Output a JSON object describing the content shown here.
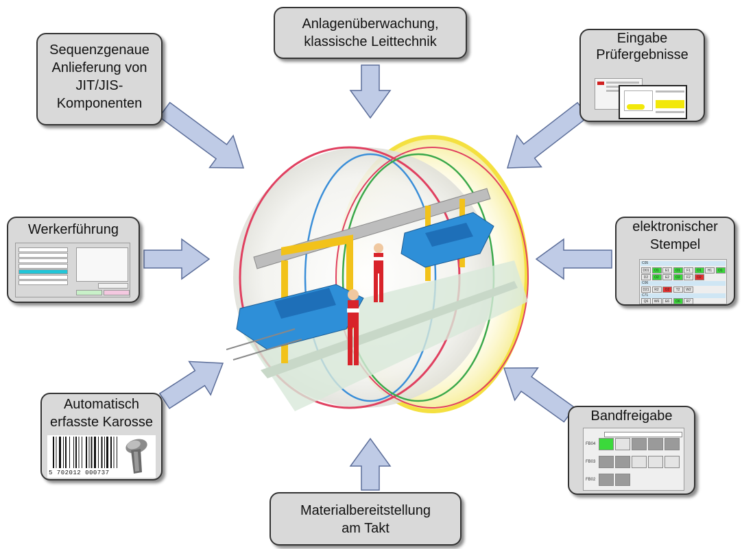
{
  "boxes": {
    "top": {
      "label": "Anlagenüberwachung,\nklassische Leittechnik"
    },
    "top_left": {
      "label": "Sequenzgenaue\nAnlieferung von\nJIT/JIS-\nKomponenten"
    },
    "top_right": {
      "label": "Eingabe\nPrüfergebnisse"
    },
    "mid_left": {
      "label": "Werkerführung"
    },
    "mid_right": {
      "label": "elektronischer\nStempel"
    },
    "bottom_left": {
      "label": "Automatisch\nerfasste Karosse",
      "barcode_number": "5 702012 000737"
    },
    "bottom_right": {
      "label": "Bandfreigabe"
    },
    "bottom": {
      "label": "Materialbereitstellung\nam Takt"
    }
  },
  "stamp_panel": {
    "groups": [
      "C05",
      "C06",
      "C71"
    ],
    "rows": [
      [
        {
          "t": "D01",
          "c": "#e8e8e8"
        },
        {
          "t": "O1",
          "c": "#3bd93b"
        },
        {
          "t": "E1",
          "c": "#e8e8e8"
        },
        {
          "t": "O1",
          "c": "#3bd93b"
        },
        {
          "t": "F1",
          "c": "#e8e8e8"
        },
        {
          "t": "O1",
          "c": "#3bd93b"
        },
        {
          "t": "H1",
          "c": "#e8e8e8"
        },
        {
          "t": "O1",
          "c": "#3bd93b"
        }
      ],
      [
        {
          "t": "D2",
          "c": "#e8e8e8"
        },
        {
          "t": "O2",
          "c": "#3bd93b"
        },
        {
          "t": "E2",
          "c": "#e8e8e8"
        },
        {
          "t": "O2",
          "c": "#3bd93b"
        },
        {
          "t": "F2",
          "c": "#e8e8e8"
        },
        {
          "t": "O2",
          "c": "#e83030"
        }
      ],
      [
        {
          "t": "D21",
          "c": "#e8e8e8"
        },
        {
          "t": "R2",
          "c": "#e8e8e8"
        },
        {
          "t": "O2",
          "c": "#e83030"
        },
        {
          "t": "T2",
          "c": "#e8e8e8"
        },
        {
          "t": "W2",
          "c": "#e8e8e8"
        }
      ],
      [
        {
          "t": "Q6",
          "c": "#e8e8e8"
        },
        {
          "t": "W6",
          "c": "#e8e8e8"
        },
        {
          "t": "E6",
          "c": "#e8e8e8"
        },
        {
          "t": "O6",
          "c": "#3bd93b"
        },
        {
          "t": "R7",
          "c": "#e8e8e8"
        }
      ]
    ]
  },
  "release_panel": {
    "rows": [
      {
        "label": "FB04",
        "cells": [
          {
            "t": "",
            "c": "#3bd93b"
          },
          {
            "t": "",
            "c": "#e4e4e4"
          },
          {
            "t": "",
            "c": "#9a9a9a"
          },
          {
            "t": "",
            "c": "#9a9a9a"
          },
          {
            "t": "",
            "c": "#9a9a9a"
          }
        ]
      },
      {
        "label": "FB03",
        "cells": [
          {
            "t": "",
            "c": "#9a9a9a"
          },
          {
            "t": "",
            "c": "#9a9a9a"
          },
          {
            "t": "",
            "c": "#e4e4e4"
          },
          {
            "t": "",
            "c": "#e4e4e4"
          },
          {
            "t": "",
            "c": "#e4e4e4"
          }
        ]
      },
      {
        "label": "FB02",
        "cells": [
          {
            "t": "",
            "c": "#9a9a9a"
          },
          {
            "t": "",
            "c": "#9a9a9a"
          }
        ]
      }
    ]
  },
  "colors": {
    "box_fill": "#d9d9d9",
    "arrow_fill": "#bfcbe6",
    "arrow_stroke": "#5a6c98",
    "ring_red": "#e04060",
    "ring_blue": "#3a8ed8",
    "ring_green": "#3aa84a",
    "ring_yellow": "#f4e040",
    "conveyor_blue": "#2e8fd8",
    "frame_yellow": "#f2c21a",
    "worker_red": "#d8232a"
  },
  "icons": {
    "scanner": "barcode-scanner-icon",
    "barcode": "barcode-icon"
  }
}
